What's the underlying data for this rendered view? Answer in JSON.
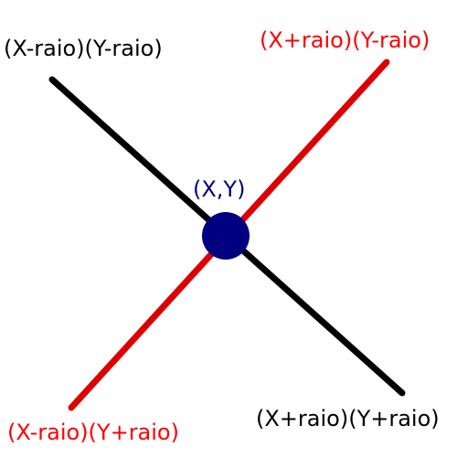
{
  "labels": {
    "top_left": "(X-raio)(Y-raio)",
    "top_right": "(X+raio)(Y-raio)",
    "center": "(X,Y)",
    "bottom_left": "(X-raio)(Y+raio)",
    "bottom_right": "(X+raio)(Y+raio)"
  },
  "colors": {
    "black_line": "#000000",
    "red_line": "#dd0000",
    "center_point": "#000080",
    "black_text": "#000000",
    "red_text": "#ff0000",
    "center_text": "#000080"
  }
}
